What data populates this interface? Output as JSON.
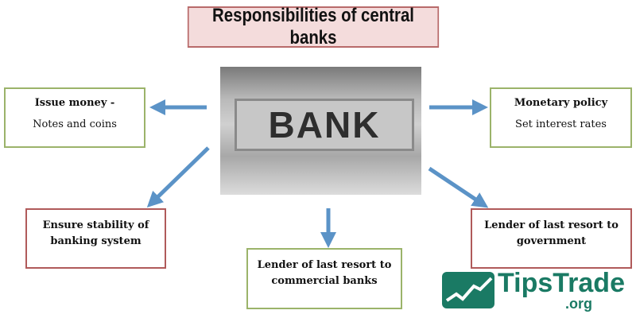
{
  "title": "Responsibilities of central banks",
  "image": {
    "sign_text": "BANK"
  },
  "nodes": {
    "issue_money": {
      "title": "Issue money -",
      "subtitle": "Notes and coins"
    },
    "monetary_policy": {
      "title": "Monetary policy",
      "subtitle": "Set interest rates"
    },
    "stability": {
      "line1": "Ensure stability of",
      "line2": "banking system"
    },
    "lender_commercial": {
      "line1": "Lender of last resort to",
      "line2": "commercial banks"
    },
    "lender_government": {
      "line1": "Lender of last resort to",
      "line2": "government"
    }
  },
  "logo": {
    "name": "TipsTrade",
    "suffix": ".org"
  },
  "colors": {
    "arrow": "#5b93c7",
    "green_border": "#9bb36a",
    "red_border": "#b05a5a",
    "title_bg": "#f4dcdc",
    "brand": "#1a7a64"
  }
}
